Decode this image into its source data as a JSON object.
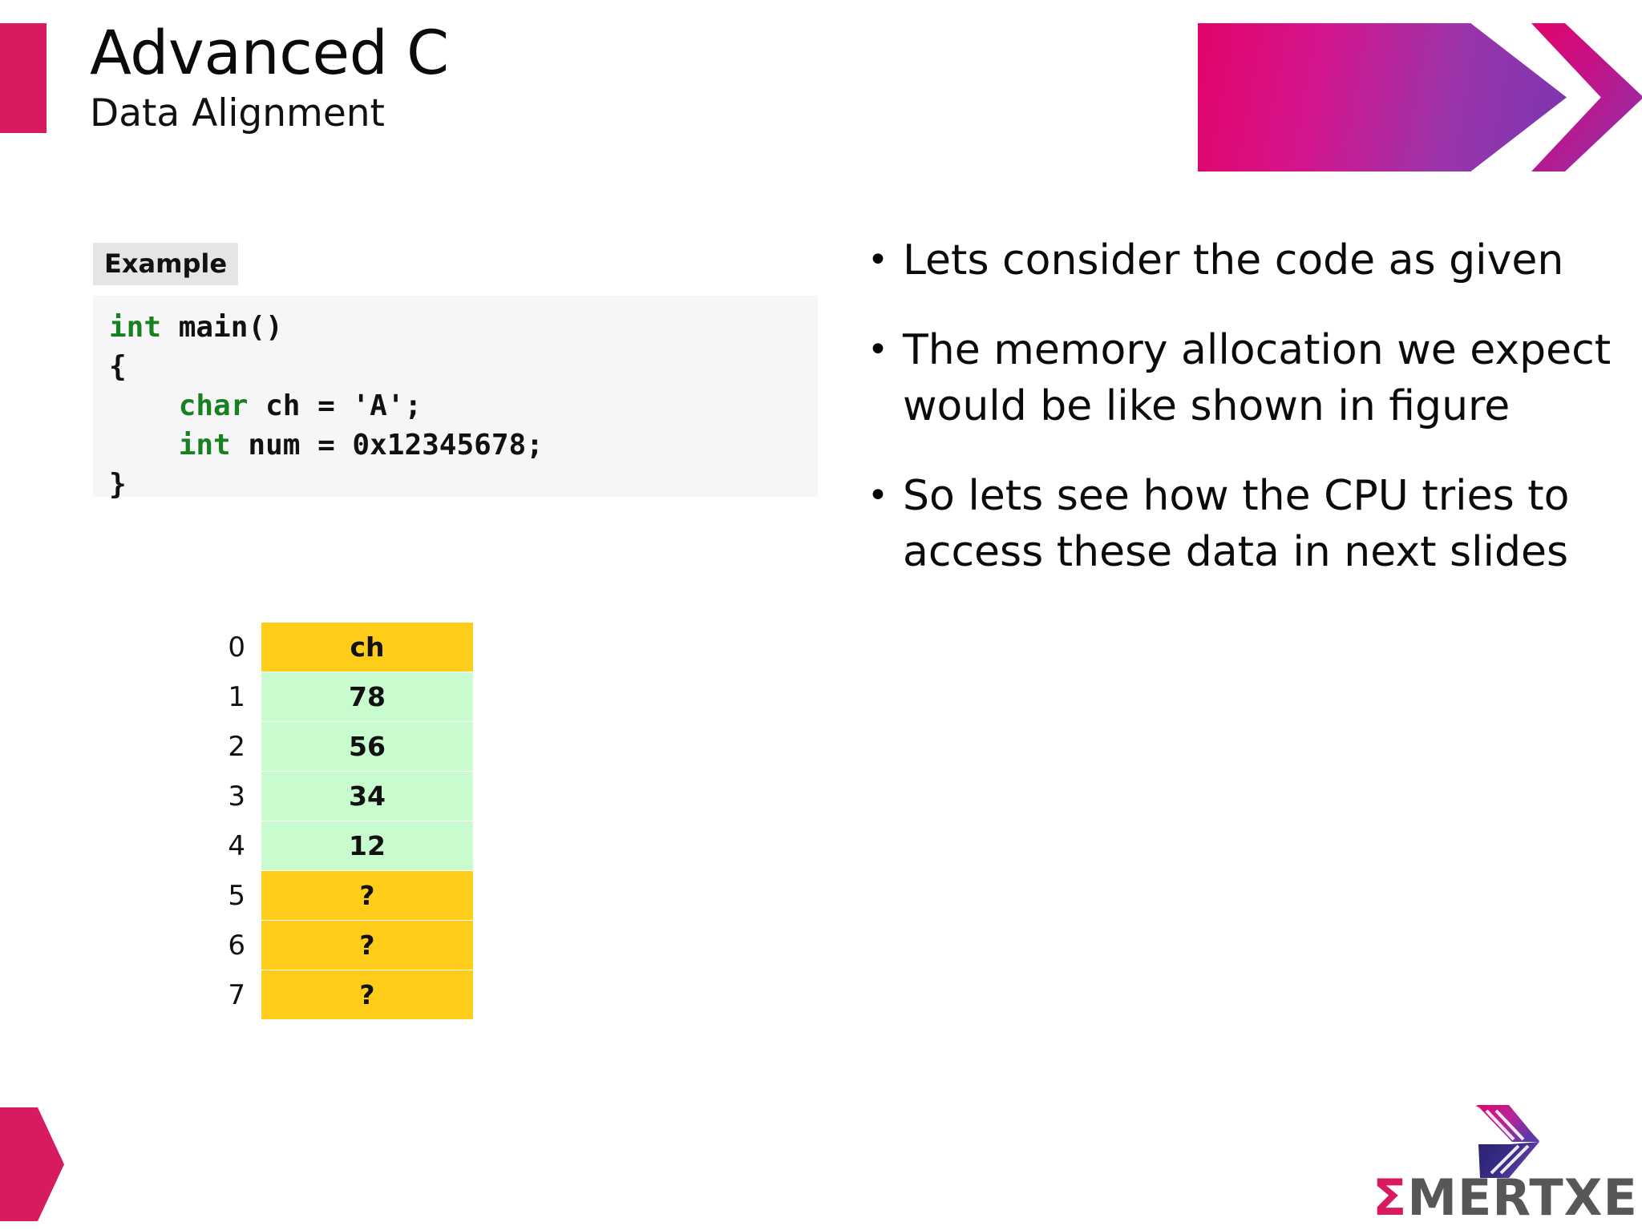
{
  "slide": {
    "title": "Advanced C",
    "subtitle": "Data Alignment"
  },
  "example": {
    "label": "Example",
    "code_lines": [
      {
        "keyword": "int",
        "rest": " main()"
      },
      {
        "keyword": "",
        "rest": "{"
      },
      {
        "keyword": "    char",
        "rest": " ch = 'A';"
      },
      {
        "keyword": "    int",
        "rest": " num = 0x12345678;"
      },
      {
        "keyword": "",
        "rest": "}"
      }
    ],
    "code_plain": "int main()\n{\n    char ch = 'A';\n    int num = 0x12345678;\n}"
  },
  "memory_table": {
    "rows": [
      {
        "index": "0",
        "value": "ch",
        "color": "#ffcc1a"
      },
      {
        "index": "1",
        "value": "78",
        "color": "#c8fbce"
      },
      {
        "index": "2",
        "value": "56",
        "color": "#c8fbce"
      },
      {
        "index": "3",
        "value": "34",
        "color": "#c8fbce"
      },
      {
        "index": "4",
        "value": "12",
        "color": "#c8fbce"
      },
      {
        "index": "5",
        "value": "?",
        "color": "#ffcc1a"
      },
      {
        "index": "6",
        "value": "?",
        "color": "#ffcc1a"
      },
      {
        "index": "7",
        "value": "?",
        "color": "#ffcc1a"
      }
    ]
  },
  "bullets": [
    {
      "marker": "•",
      "text": "Lets consider the code as given"
    },
    {
      "marker": "•",
      "text": "The memory allocation we expect would be like shown in figure"
    },
    {
      "marker": "•",
      "text": "So lets see how the CPU tries to access these data in next slides"
    }
  ],
  "logo": {
    "sigma": "Σ",
    "name": "MERTXE"
  },
  "colors": {
    "brand_pink": "#d81b60",
    "brand_purple": "#7a36b0",
    "code_keyword_green": "#17801f",
    "cell_yellow": "#ffcc1a",
    "cell_green": "#c8fbce",
    "code_bg": "#f6f5f8",
    "label_bg": "#e5e5e5"
  }
}
